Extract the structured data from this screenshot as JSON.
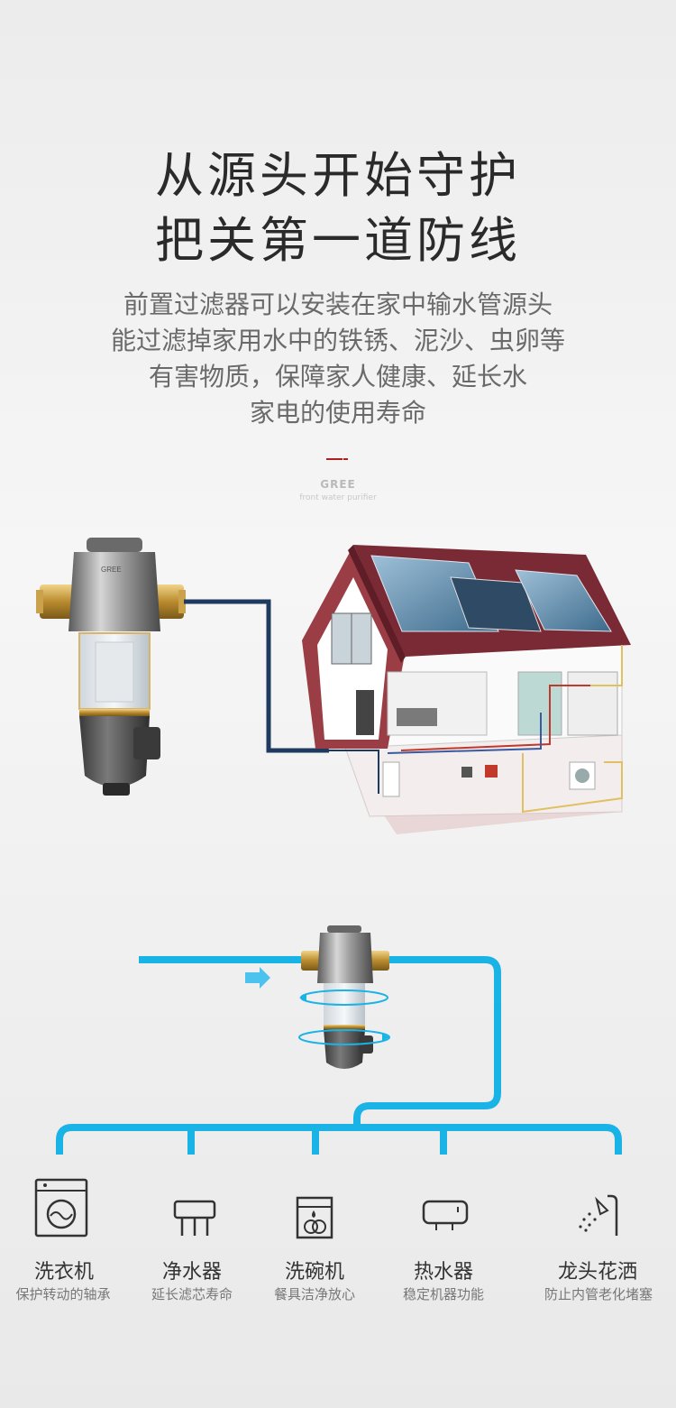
{
  "headline": {
    "line1": "从源头开始守护",
    "line2": "把关第一道防线"
  },
  "description": {
    "line1": "前置过滤器可以安装在家中输水管源头",
    "line2": "能过滤掉家用水中的铁锈、泥沙、虫卵等",
    "line3": "有害物质，保障家人健康、延长水",
    "line4": "家电的使用寿命"
  },
  "brand": {
    "name": "GREE",
    "tagline": "front water purifier",
    "product_logo": "GREE",
    "accent_color": "#b01e1e"
  },
  "colors": {
    "pipe_dark": "#1e3a5f",
    "pipe_light": "#19b3e6",
    "roof": "#7a2a35"
  },
  "devices": [
    {
      "icon": "washing-machine-icon",
      "label": "洗衣机",
      "sub": "保护转动的轴承"
    },
    {
      "icon": "water-purifier-icon",
      "label": "净水器",
      "sub": "延长滤芯寿命"
    },
    {
      "icon": "dishwasher-icon",
      "label": "洗碗机",
      "sub": "餐具洁净放心"
    },
    {
      "icon": "water-heater-icon",
      "label": "热水器",
      "sub": "稳定机器功能"
    },
    {
      "icon": "shower-icon",
      "label": "龙头花洒",
      "sub": "防止内管老化堵塞"
    }
  ]
}
